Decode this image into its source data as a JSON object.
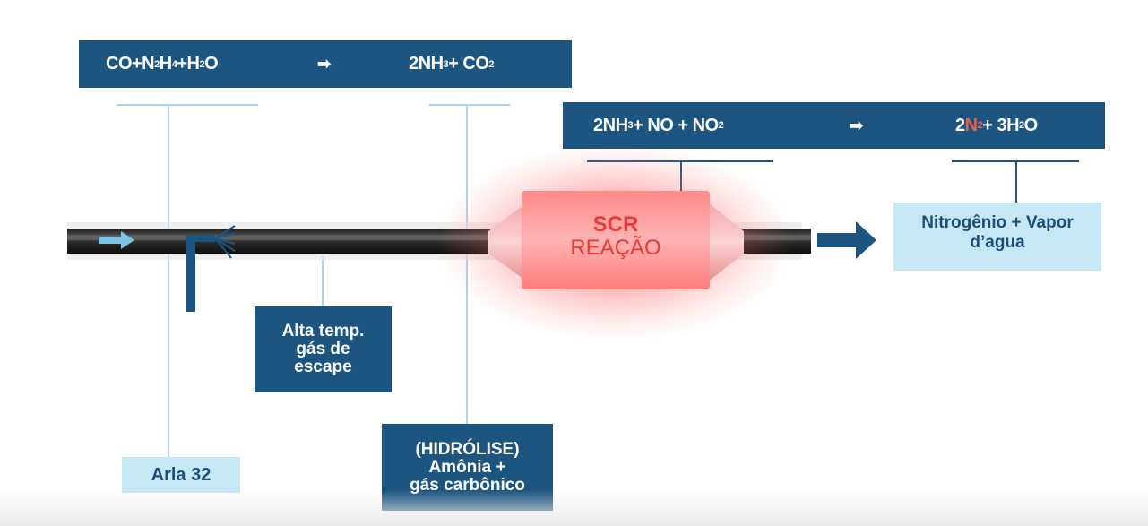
{
  "equation_top": {
    "left": {
      "t1": "CO+N",
      "s1": "2",
      "t2": "H",
      "s2": "4",
      "t3": "+H",
      "s3": "2",
      "t4": "O"
    },
    "arrow": "➡",
    "right": {
      "t1": "2NH",
      "s1": "3",
      "t2": " + CO",
      "s2": "2"
    }
  },
  "equation_second": {
    "left": {
      "t1": "2NH",
      "s1": "3",
      "t2": " + NO + NO",
      "s2": "2"
    },
    "arrow": "➡",
    "right": {
      "t1": "2",
      "t2": "N",
      "s2": "2",
      "t3": " + 3H",
      "s3": "2",
      "t4": "O"
    }
  },
  "scr": {
    "title": "SCR",
    "subtitle": "REAÇÃO"
  },
  "labels": {
    "output": "Nitrogênio + Vapor d’agua",
    "exhaust": [
      "Alta temp.",
      "gás de",
      "escape"
    ],
    "arla": "Arla 32",
    "hydrolysis": [
      "(HIDRÓLISE)",
      "Amônia +",
      "gás carbônico"
    ]
  },
  "colors": {
    "dark_blue": "#1c5580",
    "light_blue": "#c6e8f5",
    "line_blue": "#a9d8ee",
    "scr_red": "#f25a4a",
    "glow": "#ff4d4d"
  }
}
